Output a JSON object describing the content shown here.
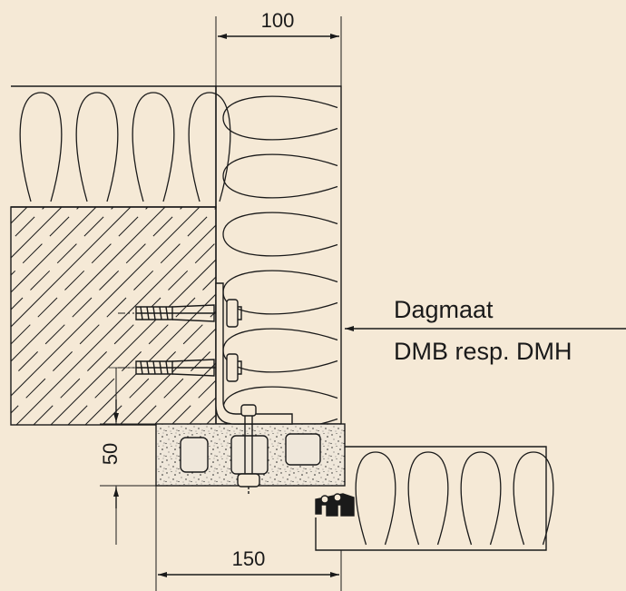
{
  "colors": {
    "background": "#f5e9d6",
    "line": "#1a1a1a",
    "sill_fill": "#efe7da"
  },
  "dimensions": {
    "top_width": "100",
    "bottom_width": "150",
    "vertical_offset": "50"
  },
  "annotation": {
    "line1": "Dagmaat",
    "line2": "DMB resp. DMH"
  }
}
